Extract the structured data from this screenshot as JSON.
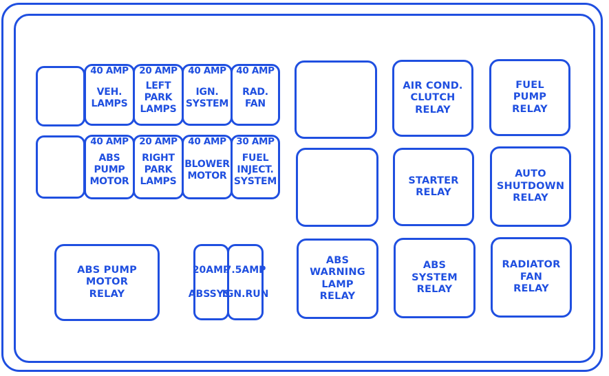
{
  "fuses_row1": [
    {
      "amp": "40 AMP",
      "name": [
        "VEH.",
        "LAMPS"
      ]
    },
    {
      "amp": "20 AMP",
      "name": [
        "LEFT",
        "PARK",
        "LAMPS"
      ]
    },
    {
      "amp": "40 AMP",
      "name": [
        "IGN.",
        "SYSTEM"
      ]
    },
    {
      "amp": "40 AMP",
      "name": [
        "RAD.",
        "FAN"
      ]
    }
  ],
  "fuses_row2": [
    {
      "amp": "40 AMP",
      "name": [
        "ABS",
        "PUMP",
        "MOTOR"
      ]
    },
    {
      "amp": "20 AMP",
      "name": [
        "RIGHT",
        "PARK",
        "LAMPS"
      ]
    },
    {
      "amp": "40 AMP",
      "name": [
        "BLOWER",
        "MOTOR"
      ]
    },
    {
      "amp": "30 AMP",
      "name": [
        "FUEL",
        "INJECT.",
        "SYSTEM"
      ]
    }
  ],
  "small_fuses": [
    {
      "amp": [
        "20",
        "AMP"
      ],
      "name": [
        "ABS",
        "SYS."
      ]
    },
    {
      "amp": [
        "7.5",
        "AMP"
      ],
      "name": [
        "IGN.",
        "RUN"
      ]
    }
  ],
  "relays": {
    "air_cond_clutch": [
      "AIR COND.",
      "CLUTCH",
      "RELAY"
    ],
    "fuel_pump": [
      "FUEL",
      "PUMP",
      "RELAY"
    ],
    "starter": [
      "STARTER",
      "RELAY"
    ],
    "auto_shutdown": [
      "AUTO",
      "SHUTDOWN",
      "RELAY"
    ],
    "abs_pump_motor": [
      "ABS PUMP",
      "MOTOR",
      "RELAY"
    ],
    "abs_warning_lamp": [
      "ABS",
      "WARNING",
      "LAMP",
      "RELAY"
    ],
    "abs_system": [
      "ABS",
      "SYSTEM",
      "RELAY"
    ],
    "radiator_fan": [
      "RADIATOR",
      "FAN",
      "RELAY"
    ]
  },
  "colors": {
    "line": "#1f4fe0",
    "background": "#ffffff"
  }
}
